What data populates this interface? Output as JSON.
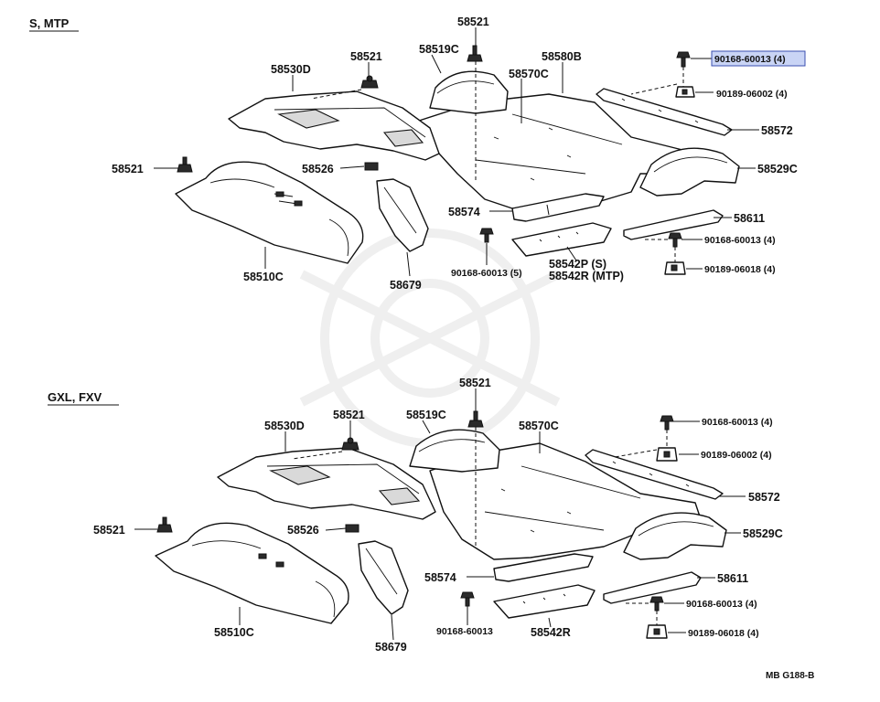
{
  "sections": [
    {
      "title": "S, MTP",
      "labels": {
        "p58530D": "58530D",
        "p58521_a": "58521",
        "p58519C": "58519C",
        "p58521_b": "58521",
        "p58580B": "58580B",
        "p58570C": "58570C",
        "p90168_top": "90168-60013 (4)",
        "p90189_06002": "90189-06002 (4)",
        "p58572": "58572",
        "p58529C": "58529C",
        "p58521_c": "58521",
        "p58526": "58526",
        "p58574": "58574",
        "p58611": "58611",
        "p90168_mid": "90168-60013 (4)",
        "p90168_low": "90168-60013 (5)",
        "p58542_line1": "58542P (S)",
        "p58542_line2": "58542R (MTP)",
        "p90189_06018": "90189-06018 (4)",
        "p58510C": "58510C",
        "p58679": "58679"
      }
    },
    {
      "title": "GXL, FXV",
      "labels": {
        "p58521_top": "58521",
        "p58530D": "58530D",
        "p58521_a": "58521",
        "p58519C": "58519C",
        "p58570C": "58570C",
        "p90168_top": "90168-60013 (4)",
        "p90189_06002": "90189-06002 (4)",
        "p58572": "58572",
        "p58529C": "58529C",
        "p58521_c": "58521",
        "p58526": "58526",
        "p58574": "58574",
        "p58611": "58611",
        "p90168_mid": "90168-60013 (4)",
        "p90168_low": "90168-60013",
        "p58542R": "58542R",
        "p90189_06018": "90189-06018 (4)",
        "p58510C": "58510C",
        "p58679": "58679"
      }
    }
  ],
  "footer": {
    "ref": "MB  G188-B"
  },
  "highlight_color": "#c9d4f5"
}
